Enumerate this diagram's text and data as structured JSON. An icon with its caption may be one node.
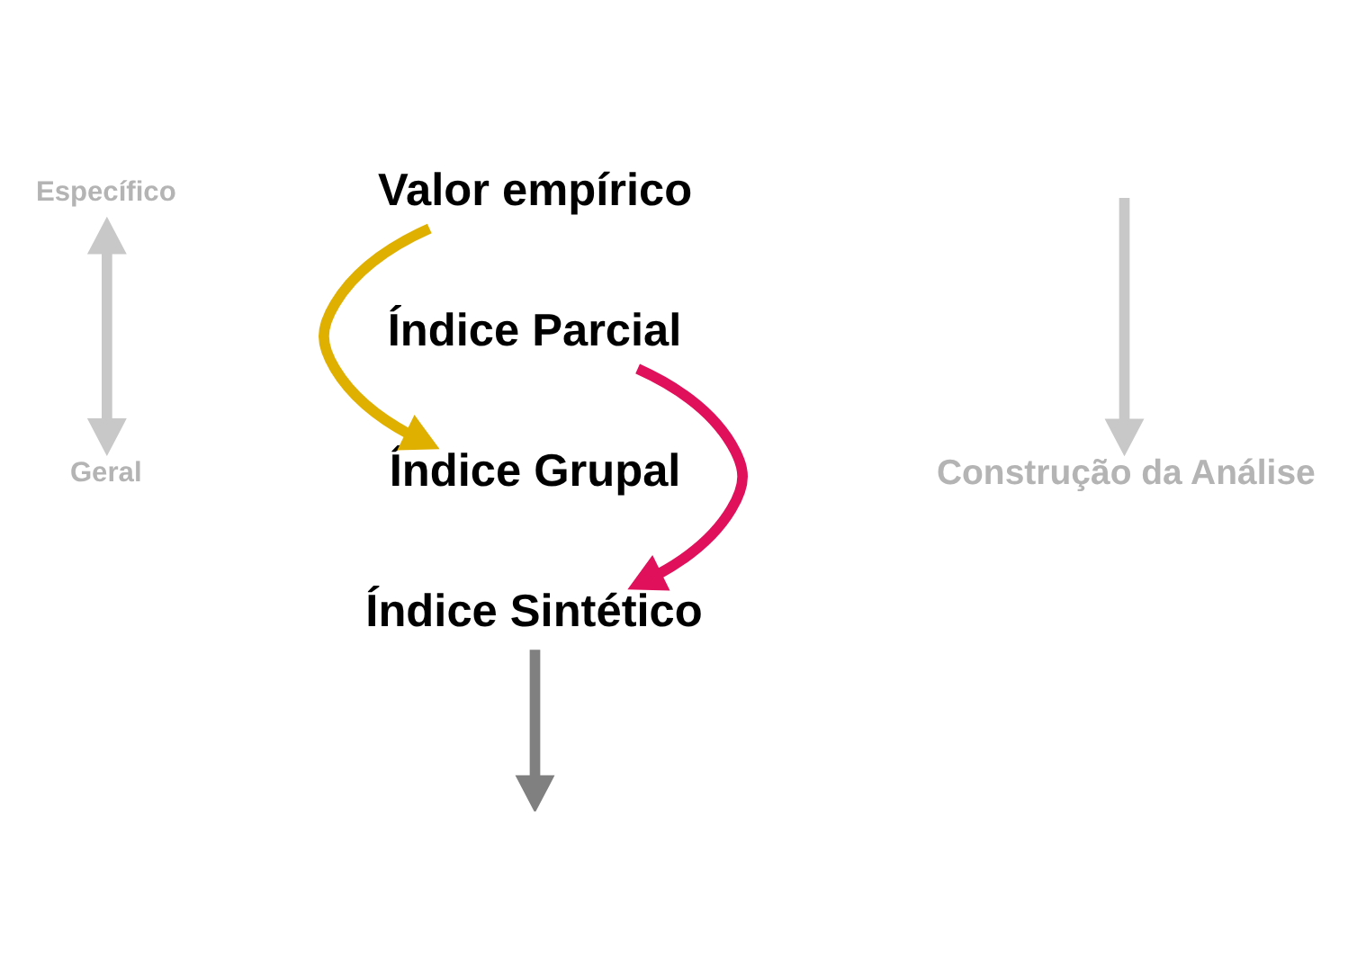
{
  "diagram": {
    "nodes": [
      {
        "text": [
          "Específico"
        ]
      },
      {
        "text": [
          "Geral"
        ]
      },
      {
        "text": [
          "Valor empírico"
        ]
      },
      {
        "text": [
          "Índice Parcial"
        ]
      },
      {
        "text": [
          "Índice Grupal"
        ]
      },
      {
        "text": [
          "Índice Sintético"
        ]
      },
      {
        "text": [
          "Construção da Análise"
        ]
      }
    ],
    "edges": [
      {
        "from": 0,
        "to": 1,
        "arrow": "both",
        "color": "#c8c8c8"
      },
      {
        "from": 2,
        "to": 4,
        "arrow": "to",
        "color": "#e0b000"
      },
      {
        "from": 3,
        "to": 5,
        "arrow": "to",
        "color": "#e0105a"
      },
      {
        "from": 5,
        "to": null,
        "arrow": "to",
        "color": "#808080"
      },
      {
        "from": null,
        "to": 6,
        "arrow": "to",
        "color": "#c8c8c8"
      }
    ]
  }
}
